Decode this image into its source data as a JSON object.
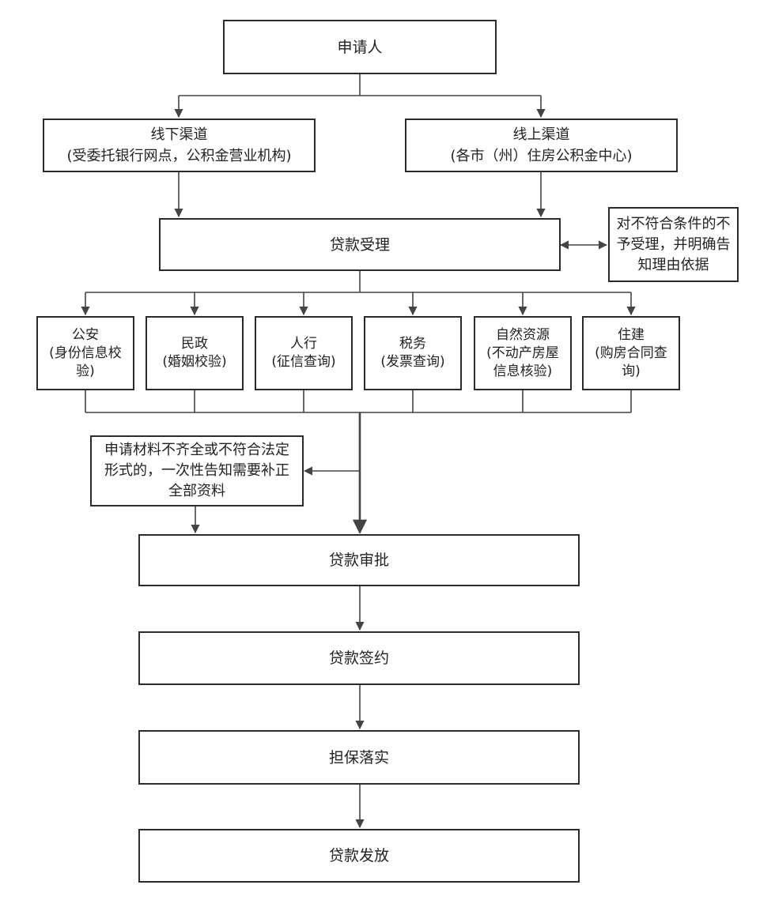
{
  "nodes": {
    "applicant": [
      "申请人"
    ],
    "offline": [
      "线下渠道",
      "(受委托银行网点，公积金营业机构)"
    ],
    "online": [
      "线上渠道",
      "(各市（州）住房公积金中心)"
    ],
    "acceptance": [
      "贷款受理"
    ],
    "reject_note": [
      "对不符合条件的不",
      "予受理，并明确告",
      "知理由依据"
    ],
    "checks": [
      [
        "公安",
        "(身份信息校",
        "验)"
      ],
      [
        "民政",
        "(婚姻校验)"
      ],
      [
        "人行",
        "(征信查询)"
      ],
      [
        "税务",
        "(发票查询)"
      ],
      [
        "自然资源",
        "(不动产房屋",
        "信息核验)"
      ],
      [
        "住建",
        "(购房合同查",
        "询)"
      ]
    ],
    "supplement_note": [
      "申请材料不齐全或不符合法定",
      "形式的，一次性告知需要补正",
      "全部资料"
    ],
    "approval": [
      "贷款审批"
    ],
    "signing": [
      "贷款签约"
    ],
    "guarantee": [
      "担保落实"
    ],
    "disbursement": [
      "贷款发放"
    ]
  },
  "colors": {
    "border": "#2b2b2b",
    "line": "#444444",
    "text": "#222222",
    "background": "#ffffff"
  }
}
